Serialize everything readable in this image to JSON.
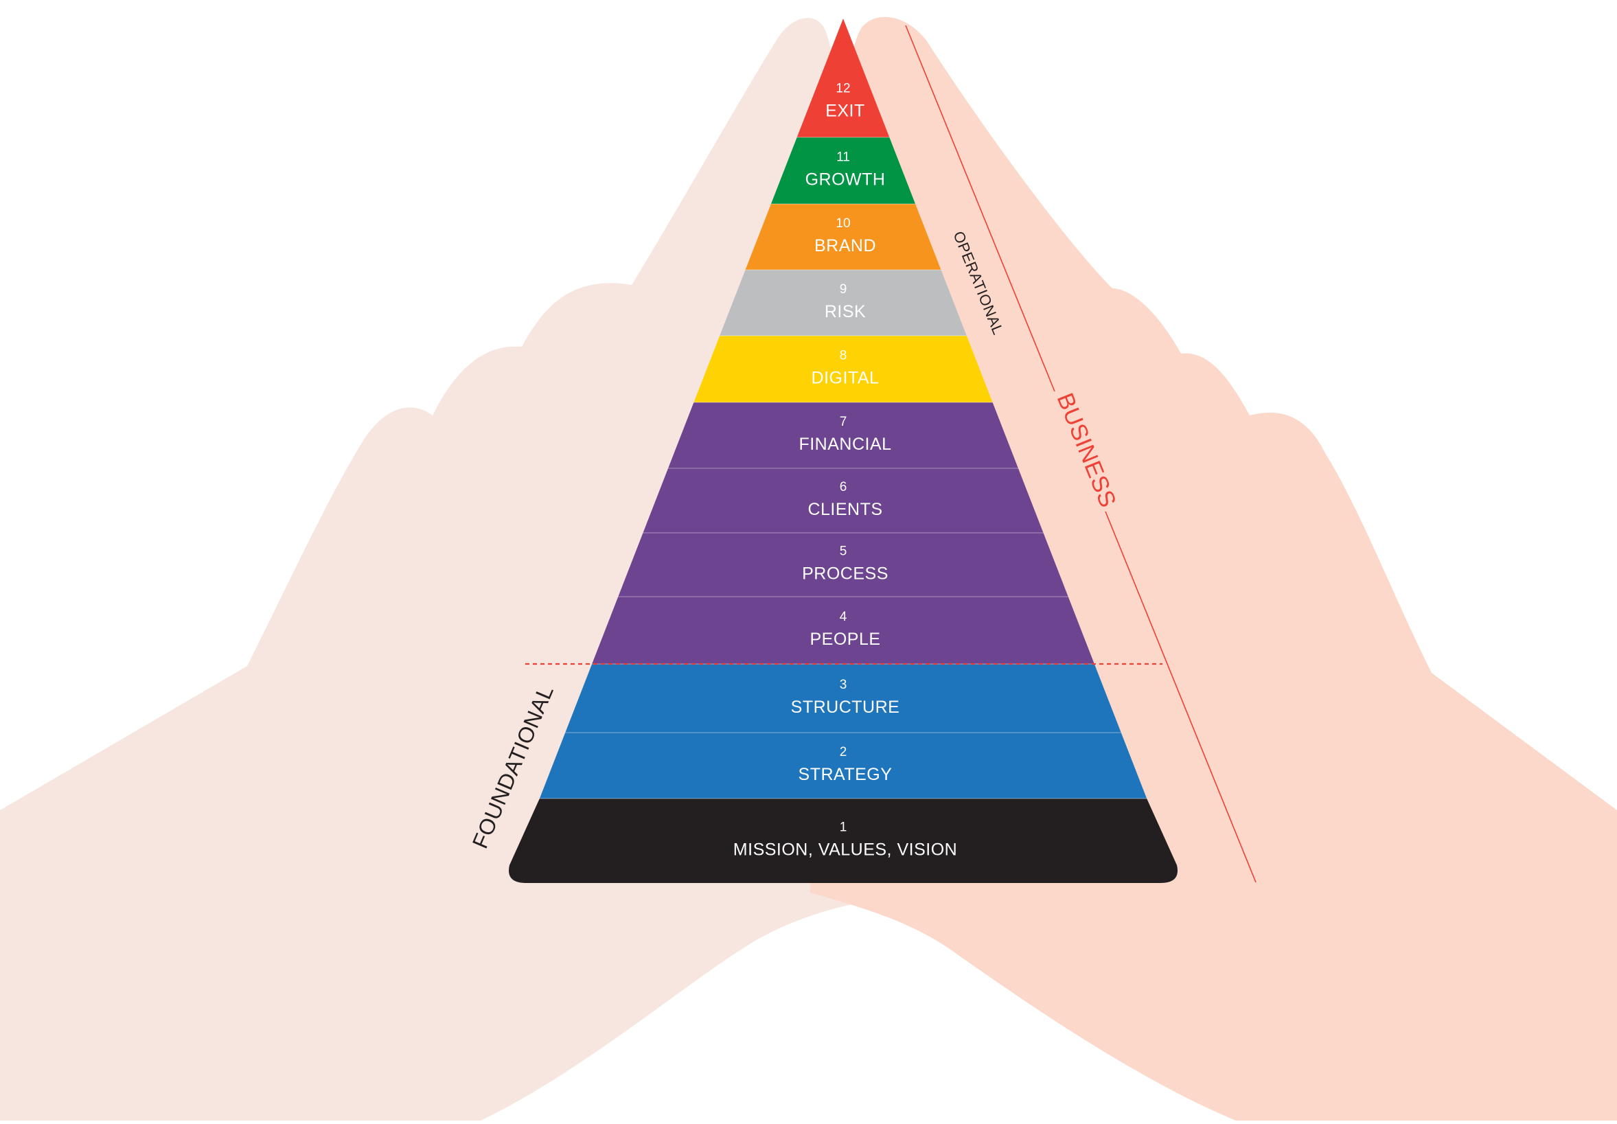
{
  "colors": {
    "left_hand": "#f6e6df",
    "right_hand": "#fbd8ca",
    "exit": "#ef4036",
    "growth": "#009444",
    "brand": "#f7941d",
    "risk": "#bcbec0",
    "digital": "#ffd204",
    "purple": "#6d448f",
    "blue": "#1f75bc",
    "base": "#231f20",
    "accent_red": "#ef4036"
  },
  "layers": [
    {
      "number": "12",
      "name": "EXIT",
      "color": "#ef4036"
    },
    {
      "number": "11",
      "name": "GROWTH",
      "color": "#009444"
    },
    {
      "number": "10",
      "name": "BRAND",
      "color": "#f7941d"
    },
    {
      "number": "9",
      "name": "RISK",
      "color": "#bcbec0"
    },
    {
      "number": "8",
      "name": "DIGITAL",
      "color": "#ffd204"
    },
    {
      "number": "7",
      "name": "FINANCIAL",
      "color": "#6d448f"
    },
    {
      "number": "6",
      "name": "CLIENTS",
      "color": "#6d448f"
    },
    {
      "number": "5",
      "name": "PROCESS",
      "color": "#6d448f"
    },
    {
      "number": "4",
      "name": "PEOPLE",
      "color": "#6d448f"
    },
    {
      "number": "3",
      "name": "STRUCTURE",
      "color": "#1f75bc"
    },
    {
      "number": "2",
      "name": "STRATEGY",
      "color": "#1f75bc"
    },
    {
      "number": "1",
      "name": "MISSION, VALUES, VISION",
      "color": "#231f20"
    }
  ],
  "labels": {
    "operational": "OPERATIONAL",
    "foundational": "FOUNDATIONAL",
    "business": "BUSINESS"
  },
  "icons": {
    "left_hand": "left-hand-illustration",
    "right_hand": "right-hand-illustration"
  }
}
